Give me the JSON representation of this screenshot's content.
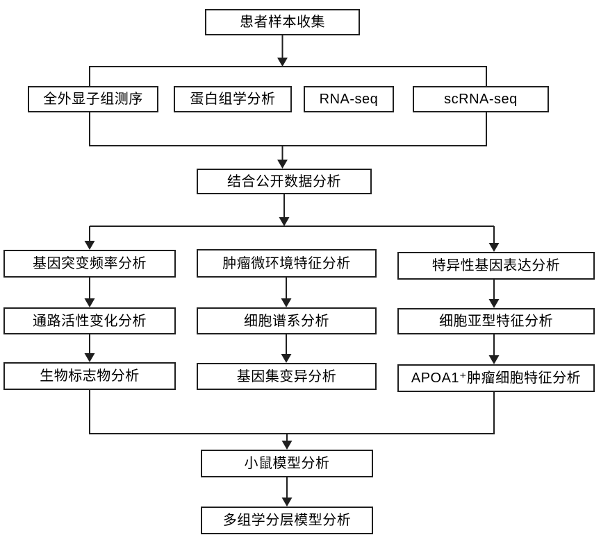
{
  "diagram_type": "flowchart",
  "colors": {
    "line": "#1f1f1f",
    "box_border": "#1f1f1f",
    "box_background": "#ffffff",
    "text": "#000000",
    "canvas_background": "#ffffff"
  },
  "nodes": {
    "patient_sample_collection": {
      "label": "患者样本收集"
    },
    "whole_exome_sequencing": {
      "label": "全外显子组测序"
    },
    "proteomics_analysis": {
      "label": "蛋白组学分析"
    },
    "rna_seq": {
      "label": "RNA-seq"
    },
    "sc_rna_seq": {
      "label": "scRNA-seq"
    },
    "public_data_analysis": {
      "label": "结合公开数据分析"
    },
    "gene_mutation_frequency": {
      "label": "基因突变频率分析"
    },
    "pathway_activity_change": {
      "label": "通路活性变化分析"
    },
    "biomarker_analysis": {
      "label": "生物标志物分析"
    },
    "tumor_microenvironment": {
      "label": "肿瘤微环境特征分析"
    },
    "cell_lineage_analysis": {
      "label": "细胞谱系分析"
    },
    "gene_set_variation": {
      "label": "基因集变异分析"
    },
    "specific_gene_expression": {
      "label": "特异性基因表达分析"
    },
    "cell_subtype_features": {
      "label": "细胞亚型特征分析"
    },
    "apoa1_tumor_cell_features": {
      "label": "APOA1⁺肿瘤细胞特征分析"
    },
    "mouse_model_analysis": {
      "label": "小鼠模型分析"
    },
    "multiomics_stratified_model": {
      "label": "多组学分层模型分析"
    }
  },
  "edges": [
    {
      "from": "patient_sample_collection",
      "to": "whole_exome_sequencing"
    },
    {
      "from": "patient_sample_collection",
      "to": "proteomics_analysis"
    },
    {
      "from": "patient_sample_collection",
      "to": "rna_seq"
    },
    {
      "from": "patient_sample_collection",
      "to": "sc_rna_seq"
    },
    {
      "from": "whole_exome_sequencing",
      "to": "public_data_analysis"
    },
    {
      "from": "proteomics_analysis",
      "to": "public_data_analysis"
    },
    {
      "from": "rna_seq",
      "to": "public_data_analysis"
    },
    {
      "from": "sc_rna_seq",
      "to": "public_data_analysis"
    },
    {
      "from": "public_data_analysis",
      "to": "gene_mutation_frequency"
    },
    {
      "from": "public_data_analysis",
      "to": "tumor_microenvironment"
    },
    {
      "from": "public_data_analysis",
      "to": "specific_gene_expression"
    },
    {
      "from": "gene_mutation_frequency",
      "to": "pathway_activity_change"
    },
    {
      "from": "pathway_activity_change",
      "to": "biomarker_analysis"
    },
    {
      "from": "tumor_microenvironment",
      "to": "cell_lineage_analysis"
    },
    {
      "from": "cell_lineage_analysis",
      "to": "gene_set_variation"
    },
    {
      "from": "specific_gene_expression",
      "to": "cell_subtype_features"
    },
    {
      "from": "cell_subtype_features",
      "to": "apoa1_tumor_cell_features"
    },
    {
      "from": "biomarker_analysis",
      "to": "mouse_model_analysis"
    },
    {
      "from": "gene_set_variation",
      "to": "mouse_model_analysis"
    },
    {
      "from": "apoa1_tumor_cell_features",
      "to": "mouse_model_analysis"
    },
    {
      "from": "mouse_model_analysis",
      "to": "multiomics_stratified_model"
    }
  ]
}
